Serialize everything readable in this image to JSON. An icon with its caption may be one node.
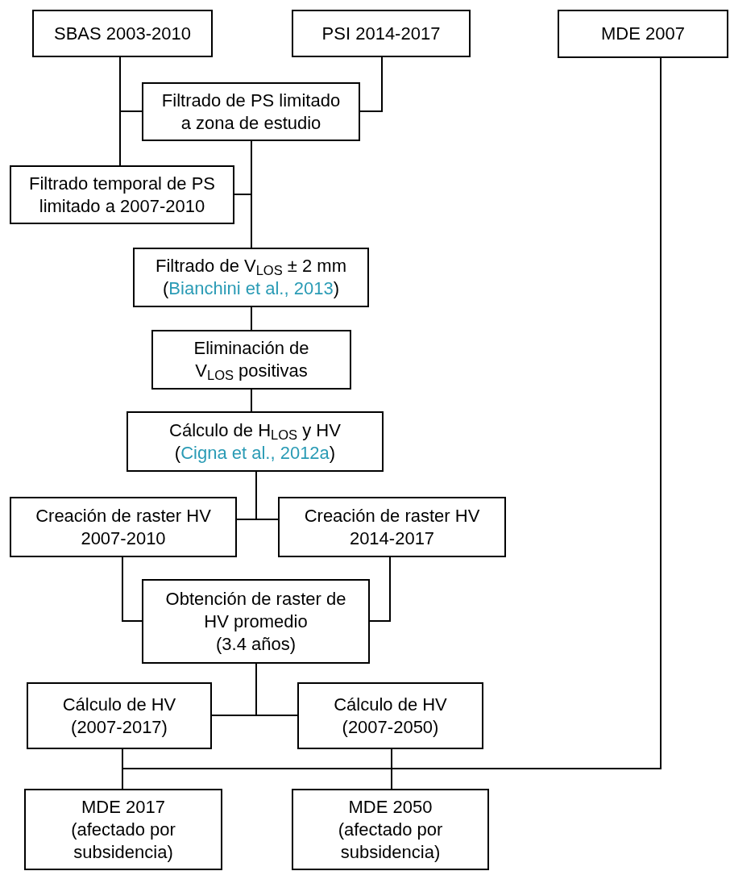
{
  "diagram": {
    "nodes": [
      {
        "text": [
          "SBAS 2003-2010"
        ]
      },
      {
        "text": [
          "PSI 2014-2017"
        ]
      },
      {
        "text": [
          "MDE 2007"
        ]
      },
      {
        "text": [
          "Filtrado de PS limitado a zona de estudio"
        ]
      },
      {
        "text": [
          "Filtrado temporal de PS limitado a 2007-2010"
        ]
      },
      {
        "text": [
          "Filtrado de V$_{LOS}$ ± 2 mm",
          "(Bianchini et al., 2013)"
        ]
      },
      {
        "text": [
          "Eliminación de V$_{LOS}$ positivas"
        ]
      },
      {
        "text": [
          "Cálculo de H$_{LOS}$ y HV",
          "(Cigna et al., 2012a)"
        ]
      },
      {
        "text": [
          "Creación de raster HV 2007-2010"
        ]
      },
      {
        "text": [
          "Creación de raster HV 2014-2017"
        ]
      },
      {
        "text": [
          "Obtención de raster de HV promedio",
          "(3.4 años)"
        ]
      },
      {
        "text": [
          "Cálculo de HV (2007-2017)"
        ]
      },
      {
        "text": [
          "Cálculo de HV (2007-2050)"
        ]
      },
      {
        "text": [
          "MDE 2017",
          "(afectado por subsidencia)"
        ]
      },
      {
        "text": [
          "MDE 2050",
          "(afectado por subsidencia)"
        ]
      }
    ],
    "edges": [
      {
        "from": 0,
        "to": 3,
        "arrow": "none"
      },
      {
        "from": 0,
        "to": 4,
        "arrow": "none"
      },
      {
        "from": 1,
        "to": 3,
        "arrow": "none"
      },
      {
        "from": 3,
        "to": 5,
        "arrow": "none"
      },
      {
        "from": 4,
        "to": 5,
        "arrow": "none"
      },
      {
        "from": 5,
        "to": 6,
        "arrow": "none"
      },
      {
        "from": 6,
        "to": 7,
        "arrow": "none"
      },
      {
        "from": 7,
        "to": 8,
        "arrow": "none"
      },
      {
        "from": 7,
        "to": 9,
        "arrow": "none"
      },
      {
        "from": 8,
        "to": 10,
        "arrow": "none"
      },
      {
        "from": 9,
        "to": 10,
        "arrow": "none"
      },
      {
        "from": 10,
        "to": 11,
        "arrow": "none"
      },
      {
        "from": 10,
        "to": 12,
        "arrow": "none"
      },
      {
        "from": 11,
        "to": 13,
        "arrow": "none"
      },
      {
        "from": 11,
        "to": 14,
        "arrow": "none"
      },
      {
        "from": 12,
        "to": 13,
        "arrow": "none"
      },
      {
        "from": 12,
        "to": 14,
        "arrow": "none"
      },
      {
        "from": 2,
        "to": 13,
        "arrow": "none"
      },
      {
        "from": 2,
        "to": 14,
        "arrow": "none"
      }
    ]
  }
}
